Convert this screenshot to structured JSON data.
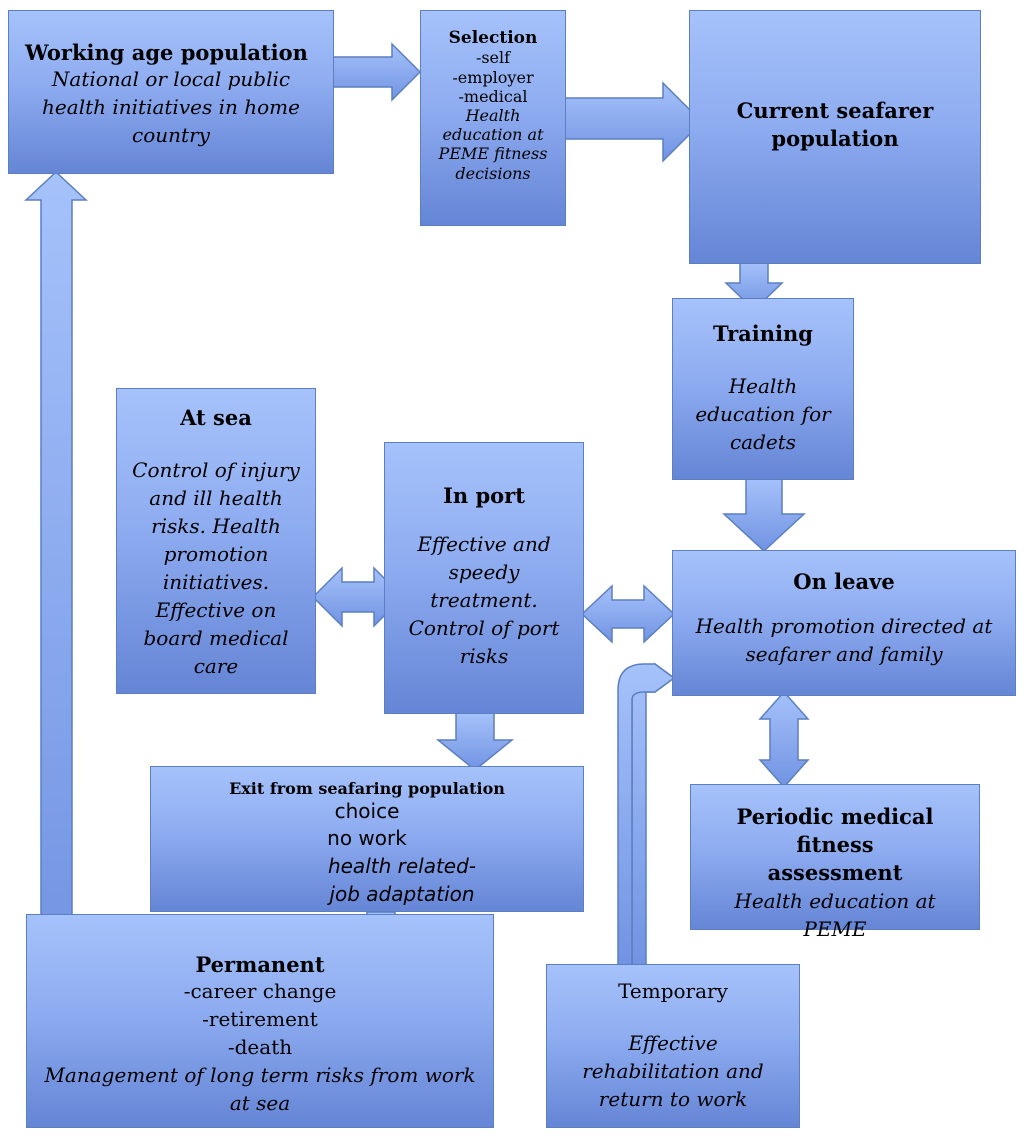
{
  "working_age": {
    "title": "Working age population",
    "body": "National or local public health initiatives in home country"
  },
  "selection": {
    "title": "Selection",
    "items": [
      "-self",
      "-employer",
      "-medical"
    ],
    "body": "Health education at PEME fitness decisions"
  },
  "current": {
    "title": "Current seafarer population"
  },
  "training": {
    "title": "Training",
    "body": "Health education for cadets"
  },
  "at_sea": {
    "title": "At sea",
    "body": "Control of injury and ill health risks. Health promotion initiatives. Effective on board medical care"
  },
  "in_port": {
    "title": "In port",
    "body": "Effective and speedy treatment. Control of port risks"
  },
  "on_leave": {
    "title": "On leave",
    "body": "Health promotion directed at seafarer and family"
  },
  "periodic": {
    "title": "Periodic medical fitness assessment",
    "body": "Health education at PEME"
  },
  "exit": {
    "title": "Exit from seafaring population",
    "choice": "choice",
    "no_work": "no work",
    "health": "health related- job adaptation"
  },
  "permanent": {
    "title": "Permanent",
    "items": [
      "-career change",
      "-retirement",
      "-death"
    ],
    "body": "Management of long term risks from work at sea"
  },
  "temporary": {
    "title": "Temporary",
    "body": "Effective rehabilitation and return to work"
  }
}
